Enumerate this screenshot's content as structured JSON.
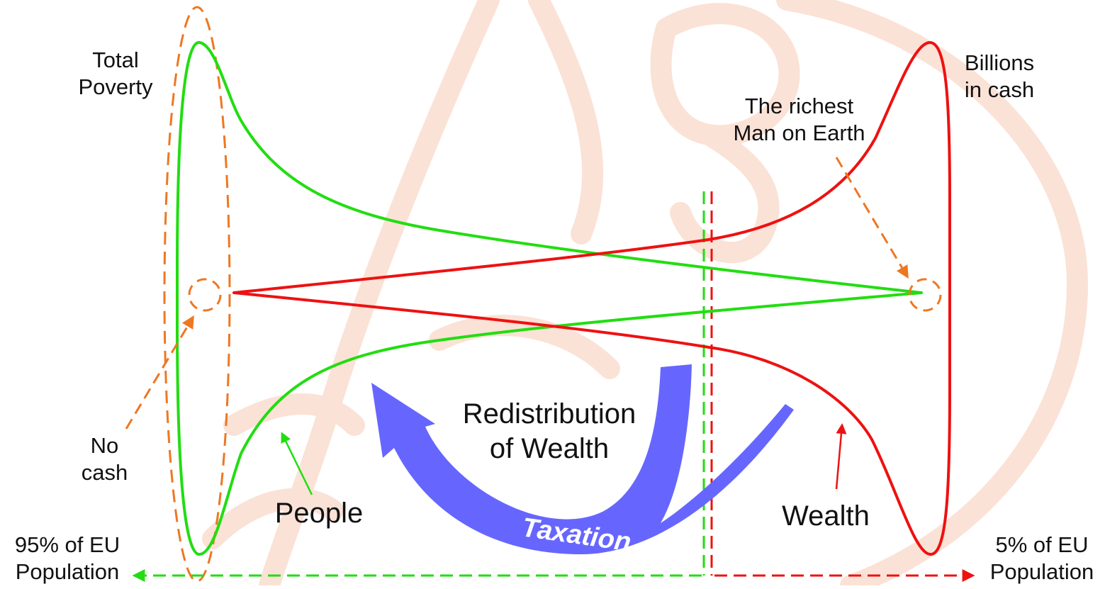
{
  "labels": {
    "total_poverty": [
      "Total",
      "Poverty"
    ],
    "billions_in_cash": [
      "Billions",
      "in cash"
    ],
    "richest_man": [
      "The richest",
      "Man on Earth"
    ],
    "no_cash": [
      "No",
      "cash"
    ],
    "people": "People",
    "wealth": "Wealth",
    "redistribution": [
      "Redistribution",
      "of Wealth"
    ],
    "taxation": "Taxation",
    "left_population": [
      "95% of EU",
      "Population"
    ],
    "right_population": [
      "5% of EU",
      "Population"
    ]
  },
  "colors": {
    "people": "#22dd11",
    "wealth": "#ee1111",
    "annotation": "#ee7722",
    "arrow": "#6666ff",
    "watermark": "#fbe2d6",
    "text": "#111111"
  }
}
